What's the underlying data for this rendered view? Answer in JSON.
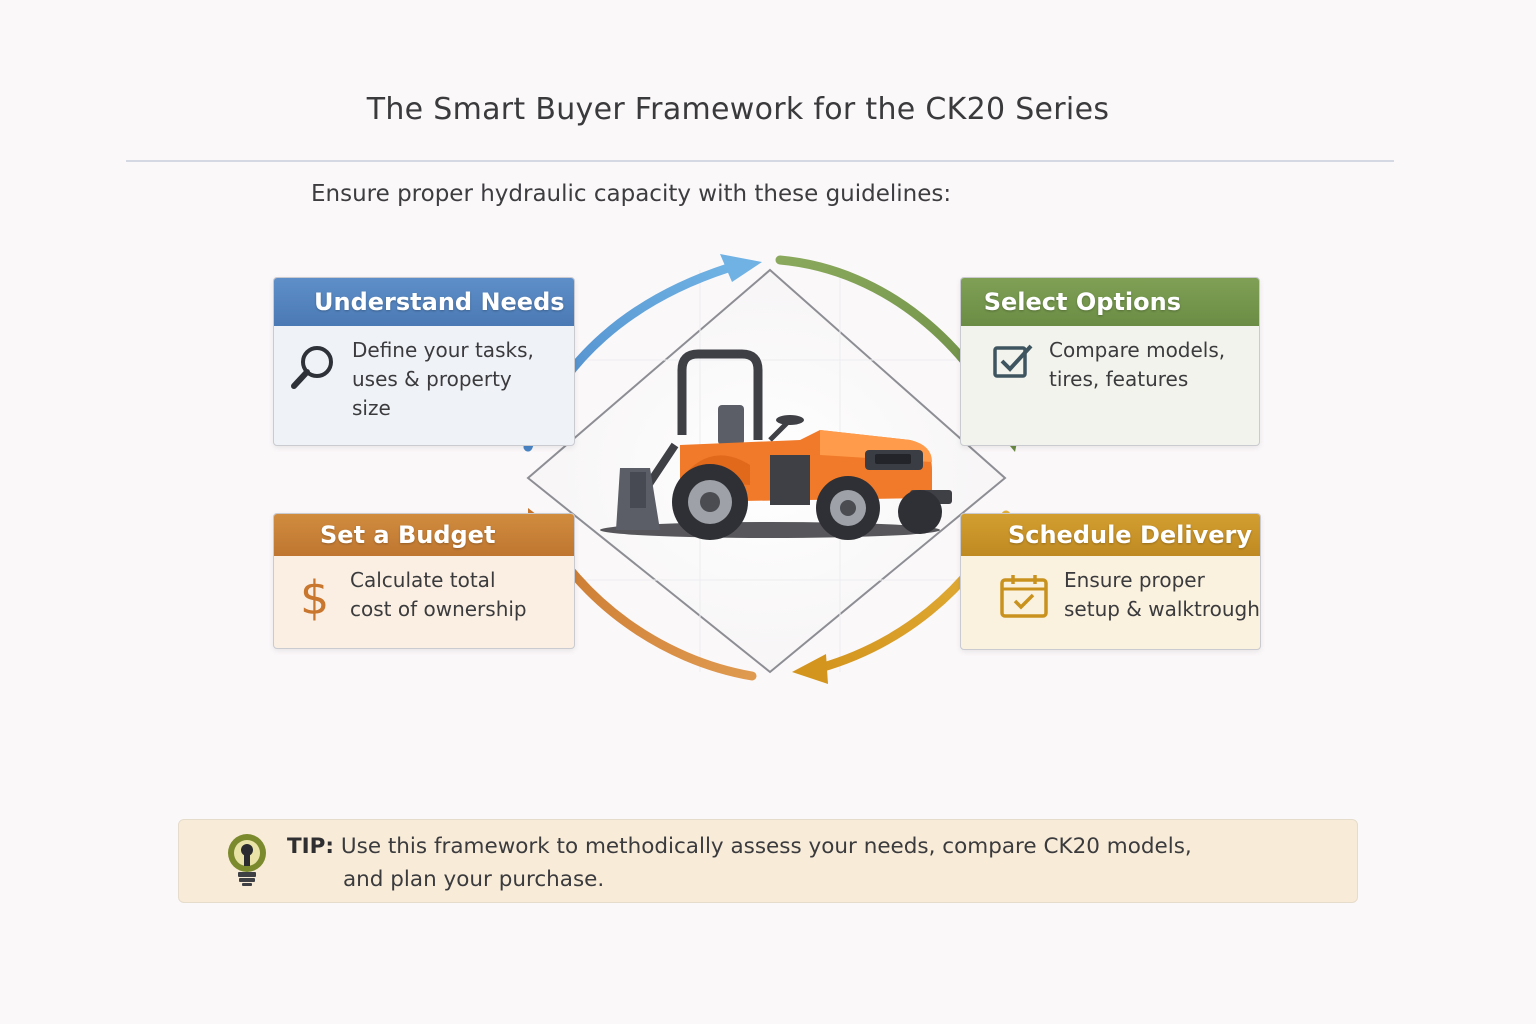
{
  "header": {
    "title": "The Smart Buyer Framework for the CK20 Series",
    "subtitle": "Ensure proper hydraulic capacity with these guidelines:"
  },
  "colors": {
    "blue": "#4a79b4",
    "green": "#6a8c44",
    "orange": "#bf7630",
    "gold": "#c9921e",
    "tractor_orange": "#f07a2a"
  },
  "steps": [
    {
      "title": "Understand Needs",
      "text": "Define your tasks,\nuses & property\nsize",
      "icon": "magnifier-icon"
    },
    {
      "title": "Select Options",
      "text": "Compare models,\ntires, features",
      "icon": "checkbox-icon"
    },
    {
      "title": "Set a Budget",
      "text": "Calculate total\ncost of ownership",
      "icon": "dollar-icon"
    },
    {
      "title": "Schedule Delivery",
      "text": "Ensure proper\nsetup & walktrough",
      "icon": "calendar-check-icon"
    }
  ],
  "center": {
    "image": "tractor-icon"
  },
  "tip": {
    "label": "TIP:",
    "line1": "Use this framework to methodically assess your needs, compare CK20 models,",
    "line2": "and plan your purchase.",
    "icon": "lightbulb-icon"
  }
}
